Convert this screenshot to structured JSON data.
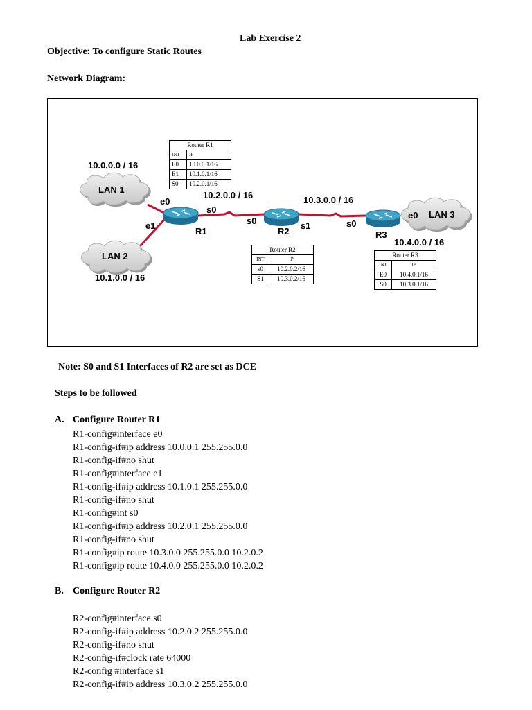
{
  "doc": {
    "title": "Lab Exercise 2",
    "objective": "Objective: To configure Static Routes",
    "diagram_heading": "Network Diagram:",
    "note": "Note: S0 and S1 Interfaces of R2 are set as DCE",
    "steps_heading": "Steps to be followed",
    "section_a": {
      "marker": "A.",
      "title": "Configure Router R1"
    },
    "section_b": {
      "marker": "B.",
      "title": "Configure Router R2"
    },
    "r1_commands": [
      "R1-config#interface e0",
      "R1-config-if#ip address 10.0.0.1 255.255.0.0",
      "R1-config-if#no shut",
      "R1-config#interface e1",
      "R1-config-if#ip address 10.1.0.1 255.255.0.0",
      "R1-config-if#no shut",
      "R1-config#int s0",
      "R1-config-if#ip address 10.2.0.1 255.255.0.0",
      "R1-config-if#no shut",
      "R1-config#ip route 10.3.0.0 255.255.0.0 10.2.0.2",
      "R1-config#ip route 10.4.0.0 255.255.0.0 10.2.0.2"
    ],
    "r2_commands": [
      "R2-config#interface s0",
      "R2-config-if#ip address 10.2.0.2 255.255.0.0",
      "R2-config-if#no shut",
      "R2-config-if#clock rate 64000",
      "R2-config #interface s1",
      "R2-config-if#ip address 10.3.0.2 255.255.0.0"
    ]
  },
  "diagram": {
    "lans": {
      "lan1": "LAN 1",
      "lan2": "LAN 2",
      "lan3": "LAN 3"
    },
    "routers": {
      "r1": "R1",
      "r2": "R2",
      "r3": "R3"
    },
    "networks": {
      "lan1_net": "10.0.0.0 / 16",
      "lan2_net": "10.1.0.0 / 16",
      "r1r2_net": "10.2.0.0 / 16",
      "r2r3_net": "10.3.0.0 / 16",
      "lan3_net": "10.4.0.0 / 16"
    },
    "interfaces": {
      "r1_e0": "e0",
      "r1_e1": "e1",
      "r1_s0": "s0",
      "r2_s0": "s0",
      "r2_s1": "s1",
      "r3_s0": "s0",
      "r3_e0": "e0"
    },
    "tables": {
      "r1": {
        "caption": "Router R1",
        "header": [
          "INT",
          "IP"
        ],
        "rows": [
          [
            "E0",
            "10.0.0.1/16"
          ],
          [
            "E1",
            "10.1.0.1/16"
          ],
          [
            "S0",
            "10.2.0.1/16"
          ]
        ]
      },
      "r2": {
        "caption": "Router R2",
        "header": [
          "INT",
          "IP"
        ],
        "rows": [
          [
            "s0",
            "10.2.0.2/16"
          ],
          [
            "S1",
            "10.3.0.2/16"
          ]
        ]
      },
      "r3": {
        "caption": "Router R3",
        "header": [
          "INT",
          "IP"
        ],
        "rows": [
          [
            "E0",
            "10.4.0.1/16"
          ],
          [
            "S0",
            "10.3.0.1/16"
          ]
        ]
      }
    },
    "colors": {
      "link": "#c8102e",
      "cloud": "#d9d9d9",
      "router_top": "#3fa6c9",
      "router_side": "#1e6f93"
    }
  }
}
